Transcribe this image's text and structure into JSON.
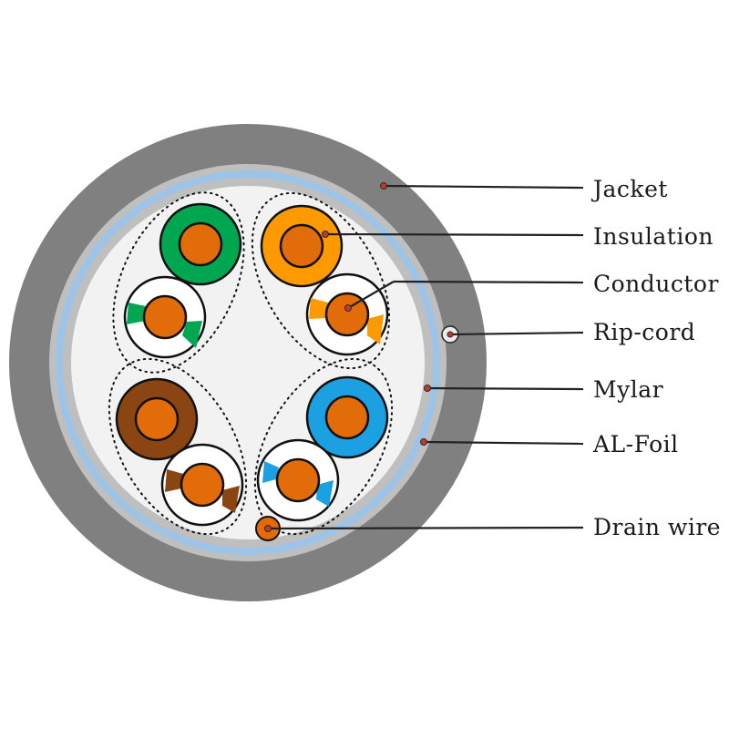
{
  "labels": {
    "jacket": "Jacket",
    "insulation": "Insulation",
    "conductor": "Conductor",
    "rip_cord": "Rip-cord",
    "mylar": "Mylar",
    "al_foil": "AL-Foil",
    "drain_wire": "Drain wire"
  },
  "colors": {
    "jacket": "#808080",
    "al_foil": "#bfbfbf",
    "mylar": "#9dc3e6",
    "core_fill": "#f2f2f2",
    "conductor": "#e36c0a",
    "green": "#00a650",
    "orange": "#ff9900",
    "brown": "#8b4513",
    "blue": "#1ba1e2",
    "white_insulation": "#ffffff"
  },
  "pairs": [
    {
      "color_name": "green"
    },
    {
      "color_name": "orange"
    },
    {
      "color_name": "brown"
    },
    {
      "color_name": "blue"
    }
  ]
}
